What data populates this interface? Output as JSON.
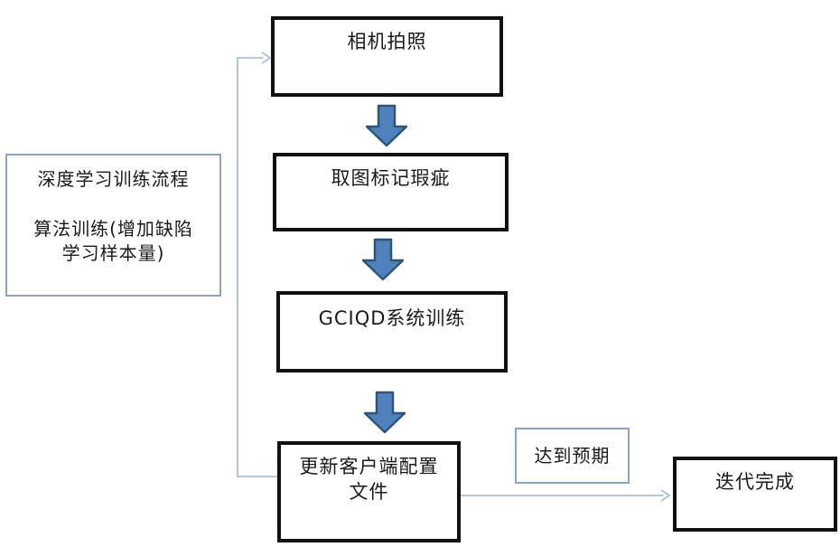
{
  "diagram": {
    "nodes": {
      "camera": {
        "label": "相机拍照"
      },
      "mark_defects": {
        "label": "取图标记瑕疵"
      },
      "gciqd_training": {
        "label": "GCIQD系统训练"
      },
      "update_config": {
        "line1": "更新客户端配置",
        "line2": "文件"
      },
      "iteration_done": {
        "label": "迭代完成"
      },
      "expectation": {
        "label": "达到预期"
      },
      "note": {
        "line1": "深度学习训练流程",
        "line2": "算法训练(增加缺陷",
        "line3": "学习样本量)"
      }
    },
    "edges": [
      {
        "from": "相机拍照",
        "to": "取图标记瑕疵"
      },
      {
        "from": "取图标记瑕疵",
        "to": "GCIQD系统训练"
      },
      {
        "from": "GCIQD系统训练",
        "to": "更新客户端配置文件"
      },
      {
        "from": "更新客户端配置文件",
        "to": "迭代完成",
        "condition": "达到预期"
      },
      {
        "from": "更新客户端配置文件",
        "to": "相机拍照",
        "type": "feedback"
      }
    ],
    "colors": {
      "box_border": "#111111",
      "soft_border": "#8ba3c7",
      "arrow_fill": "#4f81bd",
      "arrow_stroke": "#2e5579",
      "connector": "#9fb6d4",
      "text": "#1a1a1a",
      "background": "#ffffff"
    }
  }
}
